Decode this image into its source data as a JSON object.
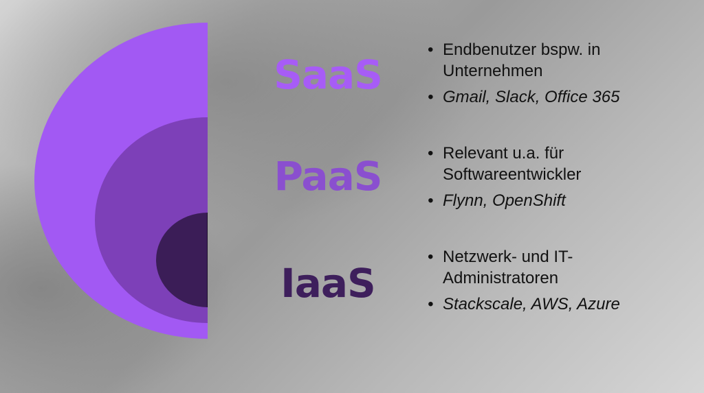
{
  "diagram": {
    "type": "nested-half-circles",
    "colors": {
      "outer": "#a259f3",
      "middle": "#7d40b8",
      "inner": "#3b1d57"
    }
  },
  "layers": [
    {
      "label": "SaaS",
      "color": "#a75cf6",
      "bullets": [
        {
          "text": "Endbenutzer bspw. in Unternehmen",
          "italic": false
        },
        {
          "text": "Gmail, Slack, Office 365",
          "italic": true
        }
      ]
    },
    {
      "label": "PaaS",
      "color": "#8a4fcf",
      "bullets": [
        {
          "text": "Relevant u.a. für Softwareentwickler",
          "italic": false
        },
        {
          "text": "Flynn, OpenShift",
          "italic": true
        }
      ]
    },
    {
      "label": "IaaS",
      "color": "#3e1f5c",
      "bullets": [
        {
          "text": "Netzwerk- und IT-Administratoren",
          "italic": false
        },
        {
          "text": "Stackscale, AWS, Azure",
          "italic": true
        }
      ]
    }
  ]
}
